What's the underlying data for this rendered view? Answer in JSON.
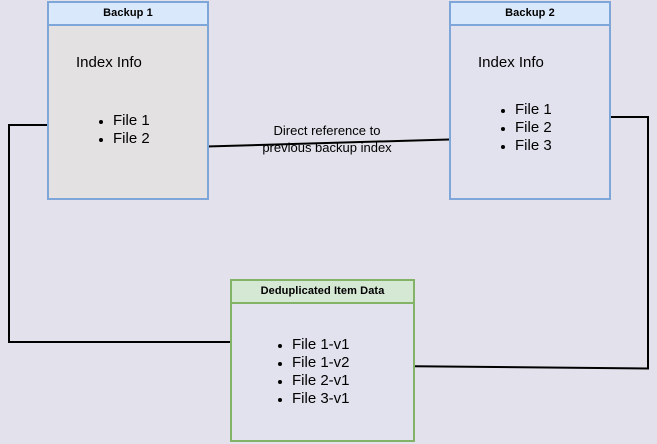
{
  "diagram": {
    "title_text": "Direct reference to previous backup index",
    "background_color": "#e3e2ec",
    "blue_border_color": "#7ea6d9",
    "blue_header_fill": "#dae8fc",
    "green_border_color": "#82b366",
    "green_header_fill": "#d5e8d4",
    "arrow_color": "#000000"
  },
  "backup1": {
    "header": "Backup 1",
    "index_label": "Index Info",
    "files": [
      "File 1",
      "File 2"
    ]
  },
  "backup2": {
    "header": "Backup 2",
    "index_label": "Index Info",
    "files": [
      "File 1",
      "File 2",
      "File 3"
    ]
  },
  "dedup": {
    "header": "Deduplicated Item Data",
    "items": [
      "File 1-v1",
      "File 1-v2",
      "File 2-v1",
      "File 3-v1"
    ]
  },
  "annotation": {
    "line1": "Direct reference to",
    "line2": "previous backup index"
  }
}
